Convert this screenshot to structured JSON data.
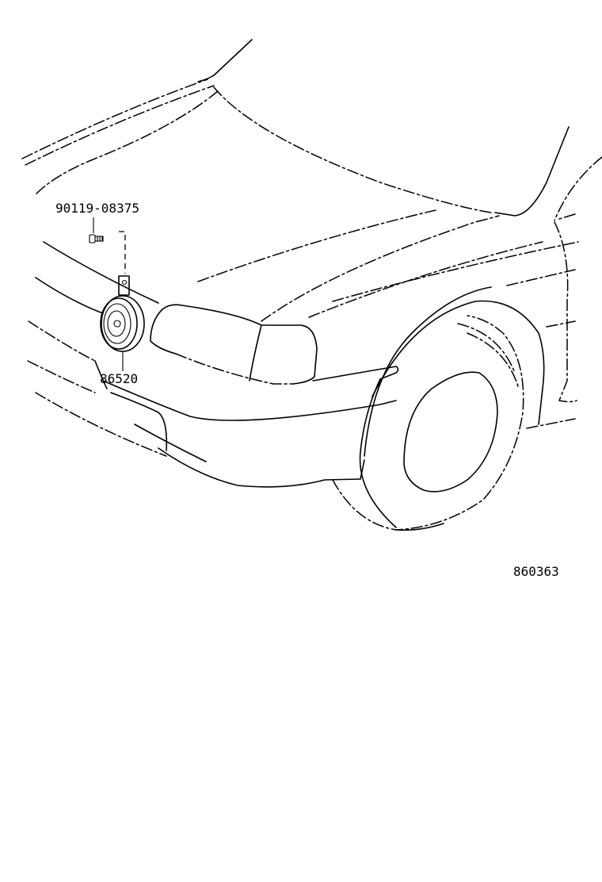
{
  "diagram": {
    "bolt_part_number": "90119-08375",
    "horn_part_number": "86520",
    "illustration_number": "860363"
  },
  "colors": {
    "background": "#ffffff",
    "line": "#000000"
  }
}
